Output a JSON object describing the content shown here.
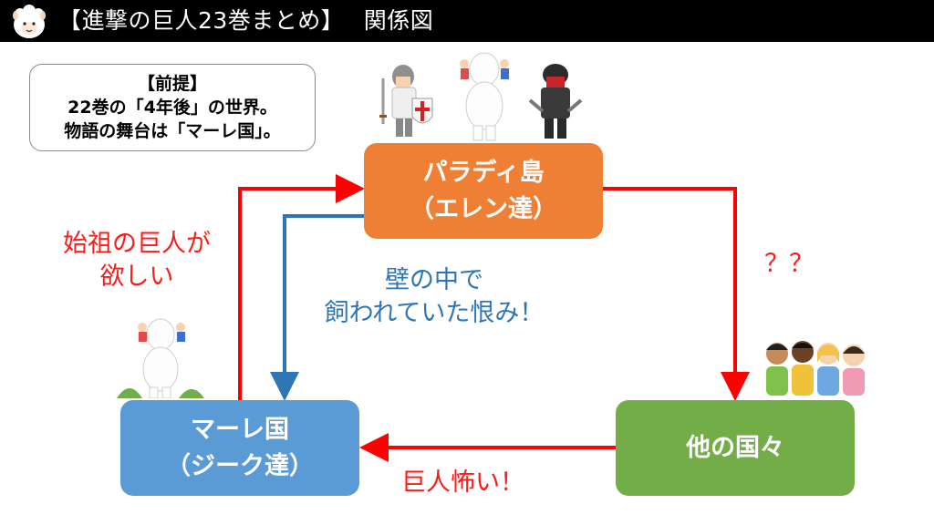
{
  "header": {
    "title": "【進撃の巨人23巻まとめ】　 関係図"
  },
  "premise": {
    "heading": "【前提】",
    "line1": "22巻の「4年後」の世界。",
    "line2": "物語の舞台は「マーレ国」。"
  },
  "nodes": {
    "paradis": {
      "line1": "パラディ島",
      "line2": "（エレン達）"
    },
    "marley": {
      "line1": "マーレ国",
      "line2": "（ジーク達）"
    },
    "others": {
      "line1": "他の国々"
    }
  },
  "labels": {
    "left_line1": "始祖の巨人が",
    "left_line2": "欲しい",
    "center_line1": "壁の中で",
    "center_line2": "飼われていた恨み！",
    "question": "？？",
    "bottom": "巨人怖い！"
  },
  "colors": {
    "paradis": "#ee7f35",
    "marley": "#5b9bd5",
    "others": "#72ad47",
    "red_arrow": "#ff0000",
    "blue_arrow": "#2e75b6"
  },
  "icons": [
    "alpaca-avatar-icon",
    "knight-illustration",
    "titan-with-children-illustration",
    "masked-warrior-illustration",
    "crowd-of-people-illustration"
  ]
}
